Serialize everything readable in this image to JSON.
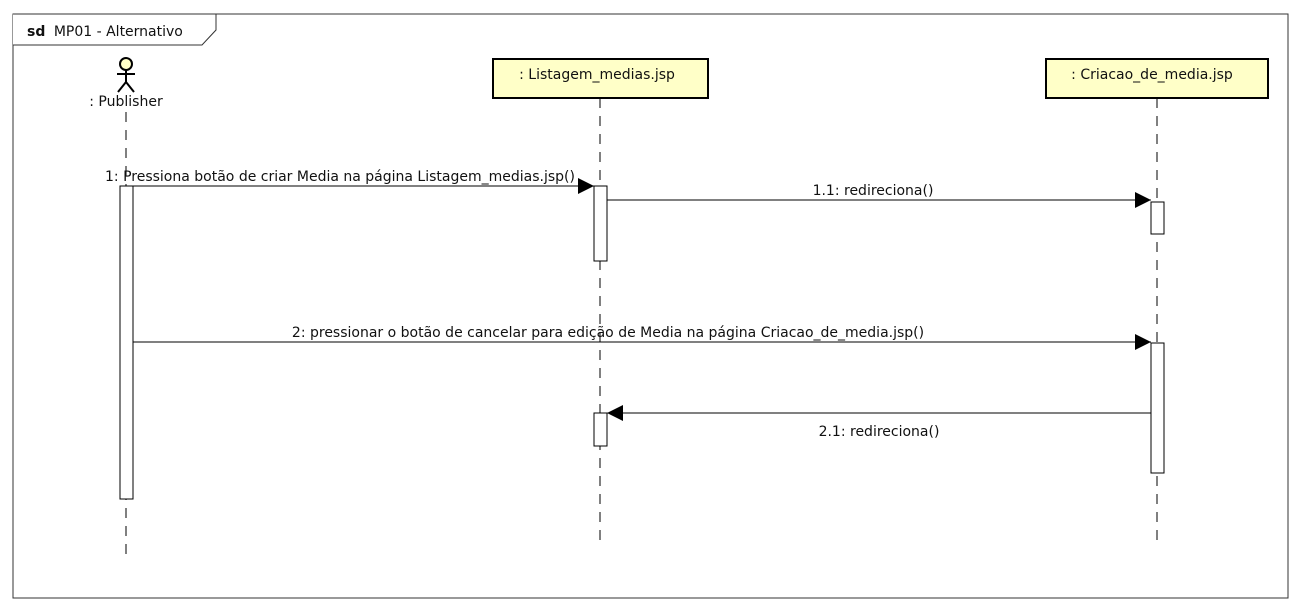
{
  "frame": {
    "keyword": "sd",
    "name": "MP01 - Alternativo"
  },
  "lifelines": {
    "publisher": {
      "label": ": Publisher"
    },
    "listagem": {
      "label": ": Listagem_medias.jsp"
    },
    "criacao": {
      "label": ": Criacao_de_media.jsp"
    }
  },
  "messages": [
    {
      "label": "1: Pressiona botão de criar Media na página Listagem_medias.jsp()"
    },
    {
      "label": "1.1: redireciona()"
    },
    {
      "label": "2: pressionar o botão de cancelar para edição de Media na página Criacao_de_media.jsp()"
    },
    {
      "label": "2.1: redireciona()"
    }
  ],
  "colors": {
    "lifeline_fill": "#ffffc8",
    "stroke": "#000000",
    "frame_stroke": "#333333"
  }
}
